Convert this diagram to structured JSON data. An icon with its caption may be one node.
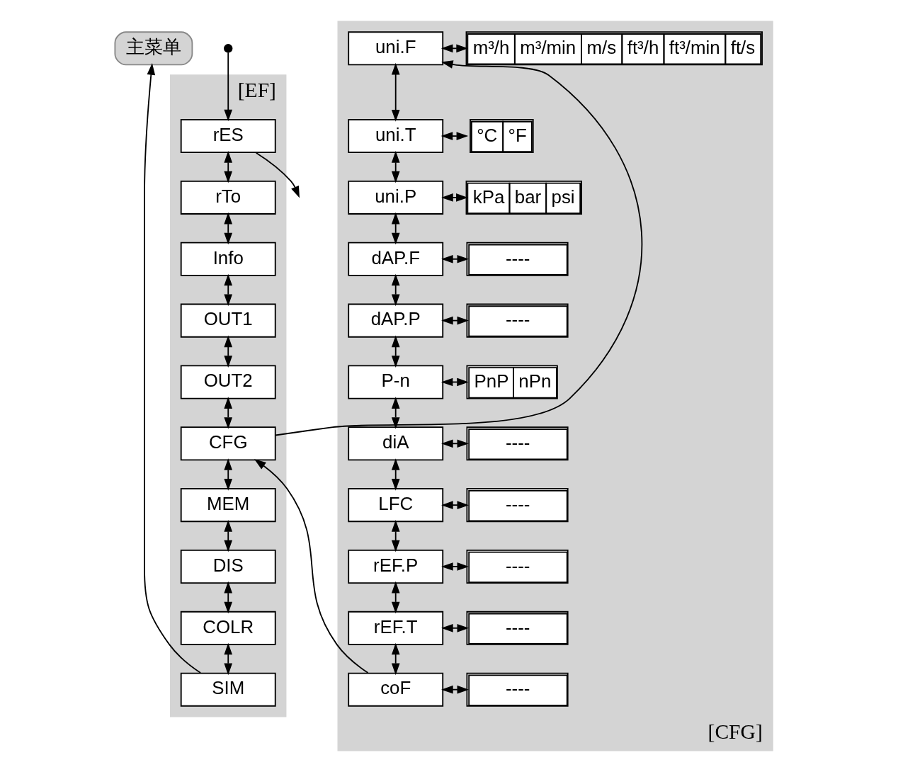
{
  "diagram": {
    "nodes": [
      {
        "text": [
          "主菜单"
        ]
      },
      {
        "text": [
          "[EF]"
        ]
      },
      {
        "text": [
          "rES"
        ],
        "in": 1
      },
      {
        "text": [
          "rTo"
        ],
        "in": 1
      },
      {
        "text": [
          "Info"
        ],
        "in": 1
      },
      {
        "text": [
          "OUT1"
        ],
        "in": 1
      },
      {
        "text": [
          "OUT2"
        ],
        "in": 1
      },
      {
        "text": [
          "CFG"
        ],
        "in": 1
      },
      {
        "text": [
          "MEM"
        ],
        "in": 1
      },
      {
        "text": [
          "DIS"
        ],
        "in": 1
      },
      {
        "text": [
          "COLR"
        ],
        "in": 1
      },
      {
        "text": [
          "SIM"
        ],
        "in": 1
      },
      {
        "text": [
          "[CFG]"
        ]
      },
      {
        "text": [
          "uni.F"
        ],
        "in": 12
      },
      {
        "text": [
          "m³/h",
          "m³/min",
          "m/s",
          "ft³/h",
          "ft³/min",
          "ft/s"
        ],
        "in": 12
      },
      {
        "text": [
          "uni.T"
        ],
        "in": 12
      },
      {
        "text": [
          "°C",
          "°F"
        ],
        "in": 12
      },
      {
        "text": [
          "uni.P"
        ],
        "in": 12
      },
      {
        "text": [
          "kPa",
          "bar",
          "psi"
        ],
        "in": 12
      },
      {
        "text": [
          "dAP.F"
        ],
        "in": 12
      },
      {
        "text": [
          "----"
        ],
        "in": 12
      },
      {
        "text": [
          "dAP.P"
        ],
        "in": 12
      },
      {
        "text": [
          "----"
        ],
        "in": 12
      },
      {
        "text": [
          "P-n"
        ],
        "in": 12
      },
      {
        "text": [
          "PnP",
          "nPn"
        ],
        "in": 12
      },
      {
        "text": [
          "diA"
        ],
        "in": 12
      },
      {
        "text": [
          "----"
        ],
        "in": 12
      },
      {
        "text": [
          "LFC"
        ],
        "in": 12
      },
      {
        "text": [
          "----"
        ],
        "in": 12
      },
      {
        "text": [
          "rEF.P"
        ],
        "in": 12
      },
      {
        "text": [
          "----"
        ],
        "in": 12
      },
      {
        "text": [
          "rEF.T"
        ],
        "in": 12
      },
      {
        "text": [
          "----"
        ],
        "in": 12
      },
      {
        "text": [
          "coF"
        ],
        "in": 12
      },
      {
        "text": [
          "----"
        ],
        "in": 12
      }
    ],
    "edges": [
      {
        "from": null,
        "to": 2,
        "arrow": "to"
      },
      {
        "from": 2,
        "to": null,
        "arrow": "to"
      },
      {
        "from": 2,
        "to": 3,
        "arrow": "both"
      },
      {
        "from": 3,
        "to": 4,
        "arrow": "both"
      },
      {
        "from": 4,
        "to": 5,
        "arrow": "both"
      },
      {
        "from": 5,
        "to": 6,
        "arrow": "both"
      },
      {
        "from": 6,
        "to": 7,
        "arrow": "both"
      },
      {
        "from": 7,
        "to": 8,
        "arrow": "both"
      },
      {
        "from": 8,
        "to": 9,
        "arrow": "both"
      },
      {
        "from": 9,
        "to": 10,
        "arrow": "both"
      },
      {
        "from": 10,
        "to": 11,
        "arrow": "both"
      },
      {
        "from": 11,
        "to": 0,
        "arrow": "to"
      },
      {
        "from": 7,
        "to": 13,
        "arrow": "to"
      },
      {
        "from": 13,
        "to": 14,
        "arrow": "both"
      },
      {
        "from": 13,
        "to": 15,
        "arrow": "both"
      },
      {
        "from": 15,
        "to": 16,
        "arrow": "both"
      },
      {
        "from": 15,
        "to": 17,
        "arrow": "both"
      },
      {
        "from": 17,
        "to": 18,
        "arrow": "both"
      },
      {
        "from": 17,
        "to": 19,
        "arrow": "both"
      },
      {
        "from": 19,
        "to": 20,
        "arrow": "both"
      },
      {
        "from": 19,
        "to": 21,
        "arrow": "both"
      },
      {
        "from": 21,
        "to": 22,
        "arrow": "both"
      },
      {
        "from": 21,
        "to": 23,
        "arrow": "both"
      },
      {
        "from": 23,
        "to": 24,
        "arrow": "both"
      },
      {
        "from": 23,
        "to": 25,
        "arrow": "both"
      },
      {
        "from": 25,
        "to": 26,
        "arrow": "both"
      },
      {
        "from": 25,
        "to": 27,
        "arrow": "both"
      },
      {
        "from": 27,
        "to": 28,
        "arrow": "both"
      },
      {
        "from": 27,
        "to": 29,
        "arrow": "both"
      },
      {
        "from": 29,
        "to": 30,
        "arrow": "both"
      },
      {
        "from": 29,
        "to": 31,
        "arrow": "both"
      },
      {
        "from": 31,
        "to": 32,
        "arrow": "both"
      },
      {
        "from": 31,
        "to": 33,
        "arrow": "both"
      },
      {
        "from": 33,
        "to": 34,
        "arrow": "both"
      },
      {
        "from": 33,
        "to": 7,
        "arrow": "to"
      }
    ]
  }
}
